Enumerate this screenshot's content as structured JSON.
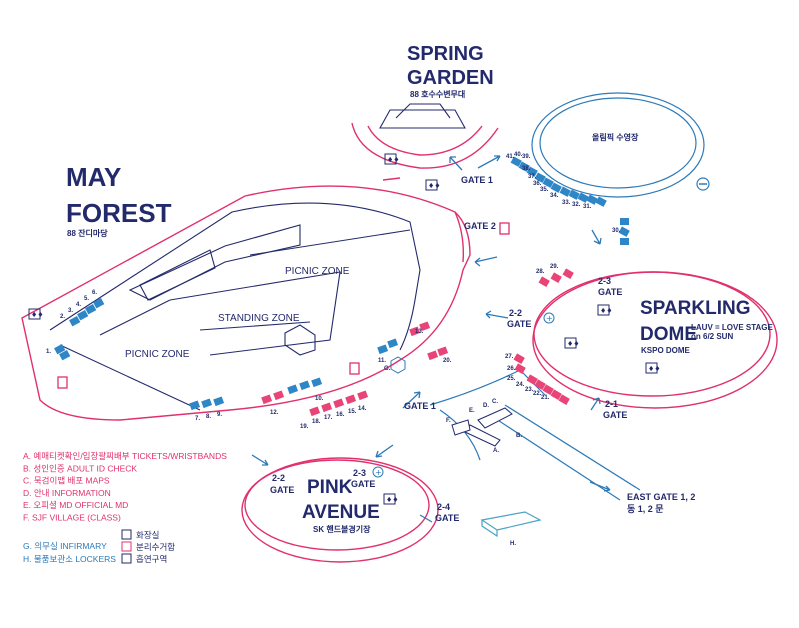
{
  "colors": {
    "pink": "#e0306e",
    "blue": "#2d7ab8",
    "navy": "#232a6b",
    "booth_blue": "#2e86c7",
    "booth_pink": "#e94478",
    "teal": "#4aa3c6"
  },
  "areas": {
    "may_forest": {
      "title_line1": "MAY",
      "title_line2": "FOREST",
      "subtitle": "88 잔디마당"
    },
    "spring_garden": {
      "title_line1": "SPRING",
      "title_line2": "GARDEN",
      "subtitle": "88 호수수변무대"
    },
    "sparkling_dome": {
      "title_line1": "SPARKLING",
      "title_line2": "DOME",
      "stage_line1": "LAUV = LOVE STAGE",
      "stage_line2": "on 6/2 SUN",
      "subtitle": "KSPO DOME"
    },
    "pink_avenue": {
      "title_line1": "PINK",
      "title_line2": "AVENUE",
      "subtitle": "SK 핸드볼경기장"
    },
    "pool": {
      "label": "올림픽 수영장"
    }
  },
  "zones": {
    "picnic_upper": "PICNIC ZONE",
    "picnic_lower": "PICNIC ZONE",
    "standing": "STANDING ZONE"
  },
  "gates": {
    "gate1_top": "GATE 1",
    "gate2": "GATE 2",
    "gate1_mid": "GATE 1",
    "g22_right": {
      "num": "2-2",
      "label": "GATE"
    },
    "g23_right": {
      "num": "2-3",
      "label": "GATE"
    },
    "g21": {
      "num": "2-1",
      "label": "GATE"
    },
    "g22_left": {
      "num": "2-2",
      "label": "GATE"
    },
    "g23_left": {
      "num": "2-3",
      "label": "GATE"
    },
    "g24": {
      "num": "2-4",
      "label": "GATE"
    },
    "east": {
      "line1": "EAST GATE 1, 2",
      "line2": "동 1, 2 문"
    }
  },
  "booth_numbers": {
    "top": [
      "41.",
      "40.",
      "39.",
      "38.",
      "37.",
      "36.",
      "35.",
      "34.",
      "33.",
      "32.",
      "31.",
      "30."
    ],
    "left": [
      "1.",
      "2.",
      "3.",
      "4.",
      "5.",
      "6."
    ],
    "bottom": [
      "7.",
      "8.",
      "9.",
      "10.",
      "11.",
      "12.",
      "13.",
      "14.",
      "15.",
      "16.",
      "17.",
      "18.",
      "19.",
      "20."
    ],
    "right": [
      "21.",
      "22.",
      "23.",
      "24.",
      "25.",
      "26.",
      "27.",
      "28.",
      "29."
    ],
    "facility_letters": [
      "A.",
      "B.",
      "C.",
      "D.",
      "E.",
      "F.",
      "G.",
      "H."
    ]
  },
  "legend": {
    "items": [
      {
        "code": "A.",
        "ko": "예매티켓확인/입장팔찌배부",
        "en": "TICKETS/WRISTBANDS"
      },
      {
        "code": "B.",
        "ko": "성인인증",
        "en": "ADULT ID CHECK"
      },
      {
        "code": "C.",
        "ko": "묵검이맵 배포",
        "en": "MAPS"
      },
      {
        "code": "D.",
        "ko": "안내",
        "en": "INFORMATION"
      },
      {
        "code": "E.",
        "ko": "오피셜 MD",
        "en": "OFFICIAL MD"
      },
      {
        "code": "F.",
        "ko": "SJF VILLAGE",
        "en": "(CLASS)"
      }
    ],
    "blue_items": [
      {
        "code": "G.",
        "ko": "의무실",
        "en": "INFIRMARY"
      },
      {
        "code": "H.",
        "ko": "물품보관소",
        "en": "LOCKERS"
      }
    ],
    "icons": [
      {
        "icon": "restroom-icon",
        "label": "화장실"
      },
      {
        "icon": "recycle-bin-icon",
        "label": "분리수거함"
      },
      {
        "icon": "smoking-area-icon",
        "label": "흡연구역"
      }
    ]
  }
}
